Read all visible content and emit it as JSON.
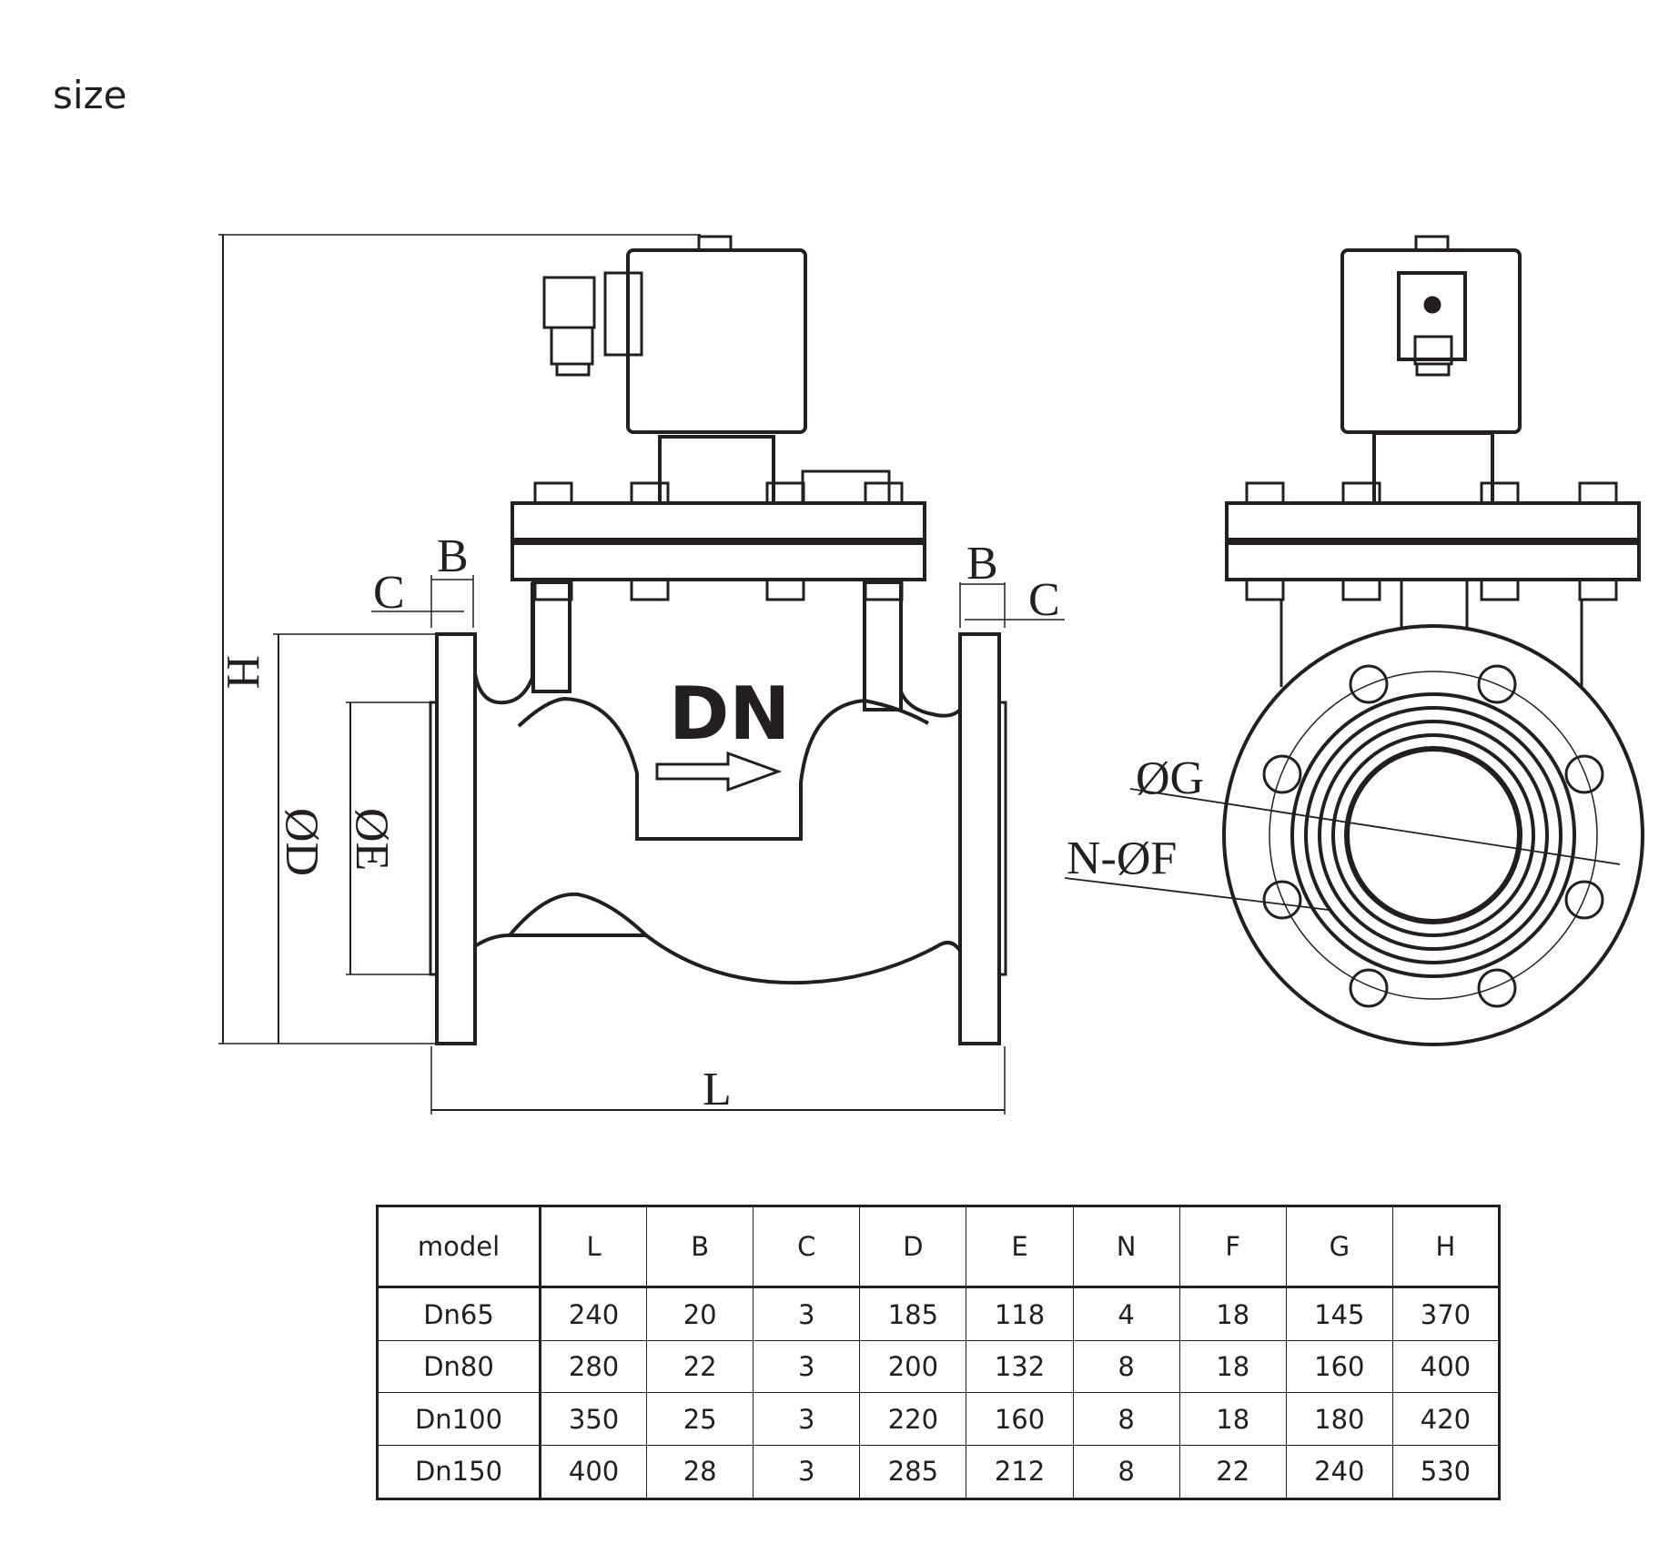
{
  "title": "size",
  "flow_label": "DN",
  "dimension_labels": {
    "H": "H",
    "B_left": "B",
    "C_left": "C",
    "B_right": "B",
    "C_right": "C",
    "D": "ØD",
    "E": "ØE",
    "L": "L",
    "G": "ØG",
    "NF": "N-ØF"
  },
  "table": {
    "headers": [
      "model",
      "L",
      "B",
      "C",
      "D",
      "E",
      "N",
      "F",
      "G",
      "H"
    ],
    "rows": [
      [
        "Dn65",
        "240",
        "20",
        "3",
        "185",
        "118",
        "4",
        "18",
        "145",
        "370"
      ],
      [
        "Dn80",
        "280",
        "22",
        "3",
        "200",
        "132",
        "8",
        "18",
        "160",
        "400"
      ],
      [
        "Dn100",
        "350",
        "25",
        "3",
        "220",
        "160",
        "8",
        "18",
        "180",
        "420"
      ],
      [
        "Dn150",
        "400",
        "28",
        "3",
        "285",
        "212",
        "8",
        "22",
        "240",
        "530"
      ]
    ]
  }
}
